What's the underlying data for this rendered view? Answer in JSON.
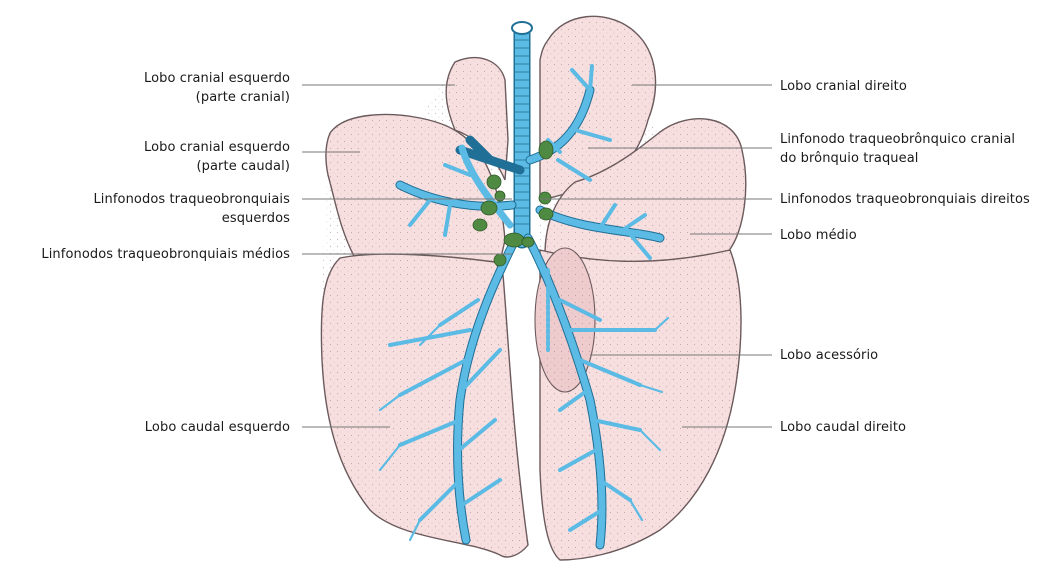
{
  "labels": {
    "lobo_cranial_esquerdo_cranial": {
      "line1": "Lobo cranial esquerdo",
      "line2": "(parte cranial)"
    },
    "lobo_cranial_esquerdo_caudal": {
      "line1": "Lobo cranial esquerdo",
      "line2": "(parte caudal)"
    },
    "linf_traq_esquerdos": {
      "line1": "Linfonodos traqueobronquiais",
      "line2": "esquerdos"
    },
    "linf_traq_medios": {
      "line1": "Linfonodos traqueobronquiais médios"
    },
    "lobo_caudal_esquerdo": {
      "line1": "Lobo caudal esquerdo"
    },
    "lobo_cranial_direito": {
      "line1": "Lobo cranial direito"
    },
    "linf_traq_cranial": {
      "line1": "Linfonodo traqueobrônquico cranial",
      "line2": "do brônquio traqueal"
    },
    "linf_traq_direitos": {
      "line1": "Linfonodos traqueobronquiais direitos"
    },
    "lobo_medio": {
      "line1": "Lobo médio"
    },
    "lobo_acessorio": {
      "line1": "Lobo acessório"
    },
    "lobo_caudal_direito": {
      "line1": "Lobo caudal direito"
    }
  },
  "colors": {
    "lung_fill": "#f7dfe0",
    "lung_outline": "#6b5a5c",
    "bronchus": "#5bbbe4",
    "bronchus_outline": "#1f6f96",
    "lymph_node": "#4f8a43",
    "leader_line": "#777777",
    "accessory_lobe": "#eecbcd"
  }
}
